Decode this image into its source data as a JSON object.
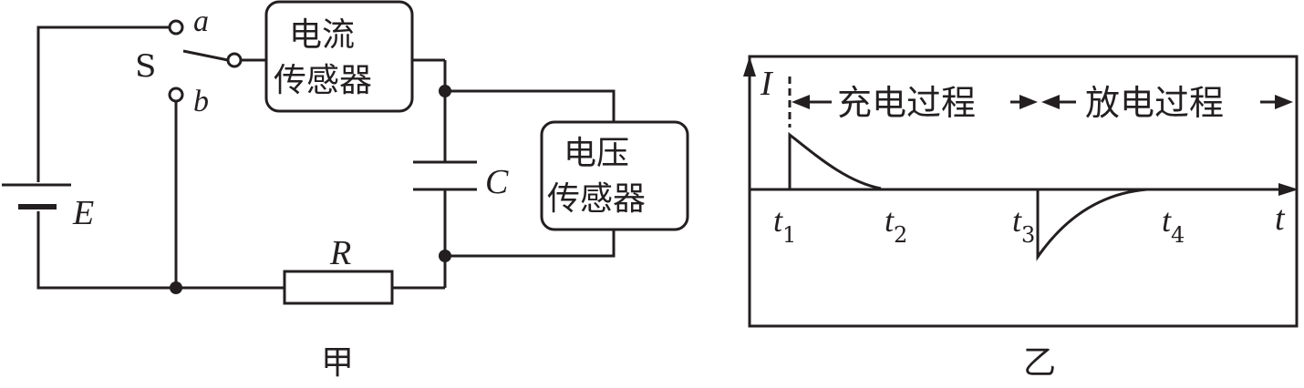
{
  "circuit": {
    "switch_label": "S",
    "terminal_a": "a",
    "terminal_b": "b",
    "battery_label": "E",
    "capacitor_label": "C",
    "resistor_label": "R",
    "current_sensor": [
      "电流",
      "传感器"
    ],
    "voltage_sensor": [
      "电压",
      "传感器"
    ],
    "caption": "甲"
  },
  "graph": {
    "y_axis_label": "I",
    "x_axis_label": "t",
    "ticks": [
      {
        "base": "t",
        "sub": "1"
      },
      {
        "base": "t",
        "sub": "2"
      },
      {
        "base": "t",
        "sub": "3"
      },
      {
        "base": "t",
        "sub": "4"
      }
    ],
    "charging_label": "充电过程",
    "discharging_label": "放电过程",
    "caption": "乙"
  },
  "colors": {
    "stroke": "#231f20",
    "background": "#ffffff"
  }
}
